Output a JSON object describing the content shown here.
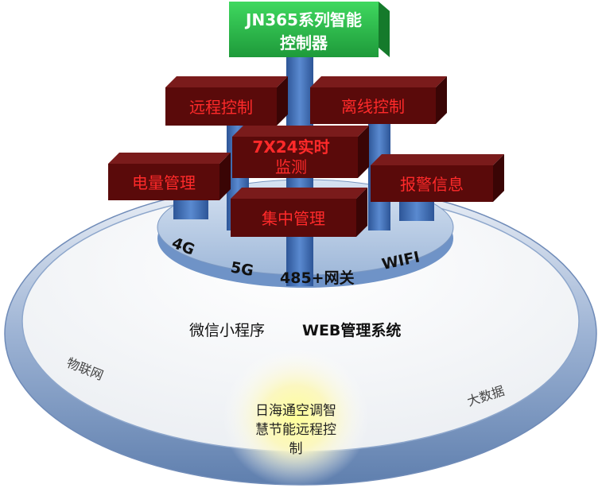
{
  "title": {
    "line1": "JN365系列智能",
    "line2": "控制器"
  },
  "boxes": {
    "remote_control": "远程控制",
    "offline_control": "离线控制",
    "monitor_line1": "7X24实时",
    "monitor_line2": "监测",
    "power_mgmt": "电量管理",
    "alarm_info": "报警信息",
    "central_mgmt": "集中管理"
  },
  "network": {
    "g4": "4G",
    "g5": "5G",
    "gateway": "485+网关",
    "wifi": "WIFI"
  },
  "platform": {
    "wechat": "微信小程序",
    "web": "WEB管理系统"
  },
  "ring": {
    "iot": "物联网",
    "bigdata": "大数据"
  },
  "center": {
    "line1": "日海通空调智",
    "line2": "慧节能远程控",
    "line3": "制"
  },
  "colors": {
    "box_face": "#5a0a0a",
    "box_text": "#ff2a2a",
    "title_green": "#2db84a",
    "pillar_blue": "#3f6fb5",
    "disc_blue": "#b9cde6",
    "ring_blue": "#7f9cc6"
  }
}
